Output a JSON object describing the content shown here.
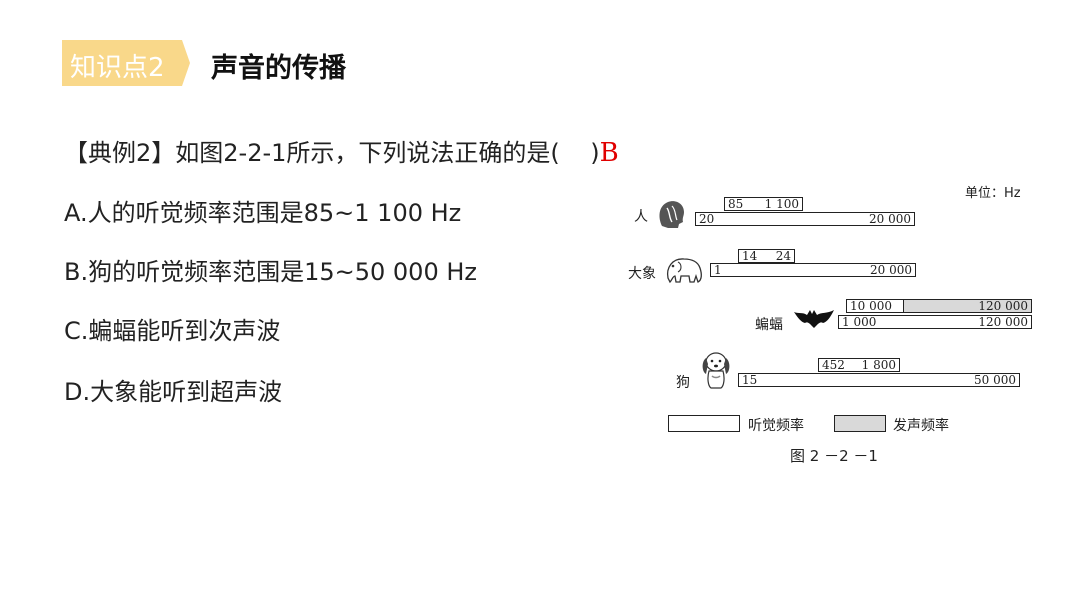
{
  "header": {
    "tag_label": "知识点2",
    "title": "声音的传播"
  },
  "question": {
    "stem": "【典例2】如图2-2-1所示，下列说法正确的是(    )",
    "answer": "B",
    "options": [
      "A.人的听觉频率范围是85~1 100 Hz",
      "B.狗的听觉频率范围是15~50 000 Hz",
      "C.蝙蝠能听到次声波",
      "D.大象能听到超声波"
    ]
  },
  "figure": {
    "unit": "单位：Hz",
    "caption": "图 2 －2 －1",
    "legend": {
      "hearing": "听觉频率",
      "emitting": "发声频率"
    },
    "rows": [
      {
        "animal": "人",
        "icon": "human-head-icon",
        "hearing": {
          "min": "20",
          "max": "20 000"
        },
        "emitting": {
          "min": "85",
          "max": "1 100"
        }
      },
      {
        "animal": "大象",
        "icon": "elephant-icon",
        "hearing": {
          "min": "1",
          "max": "20 000"
        },
        "emitting": {
          "min": "14",
          "max": "24"
        }
      },
      {
        "animal": "蝙蝠",
        "icon": "bat-icon",
        "hearing": {
          "min": "1 000",
          "max": "120 000"
        },
        "emitting": {
          "min": "10 000",
          "max": "120 000"
        }
      },
      {
        "animal": "狗",
        "icon": "dog-icon",
        "hearing": {
          "min": "15",
          "max": "50 000"
        },
        "emitting": {
          "min": "452",
          "max": "1 800"
        }
      }
    ]
  },
  "colors": {
    "tag_background": "#f9d88a",
    "answer": "#e00000",
    "emit_fill": "#d9d9d9"
  }
}
